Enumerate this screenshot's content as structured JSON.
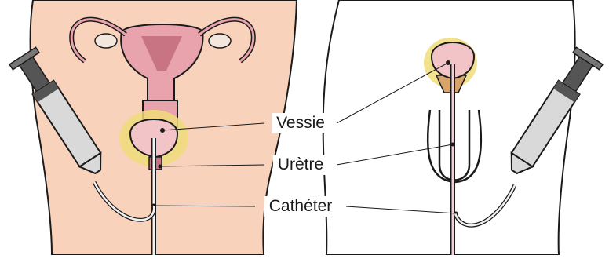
{
  "labels": {
    "bladder": "Vessie",
    "urethra": "Urètre",
    "catheter": "Cathéter"
  },
  "colors": {
    "skin": "#f9d2bc",
    "outline": "#1a1a1a",
    "organ": "#e8a3ad",
    "organ_dark": "#c97482",
    "bladder_inner": "#f3c4c7",
    "fat": "#f0dc7a",
    "syringe_barrel": "#d9d9d9",
    "plunger": "#555555",
    "tube": "#f2f2f2"
  },
  "icons": {
    "left": "syringe-icon",
    "right": "syringe-icon"
  }
}
